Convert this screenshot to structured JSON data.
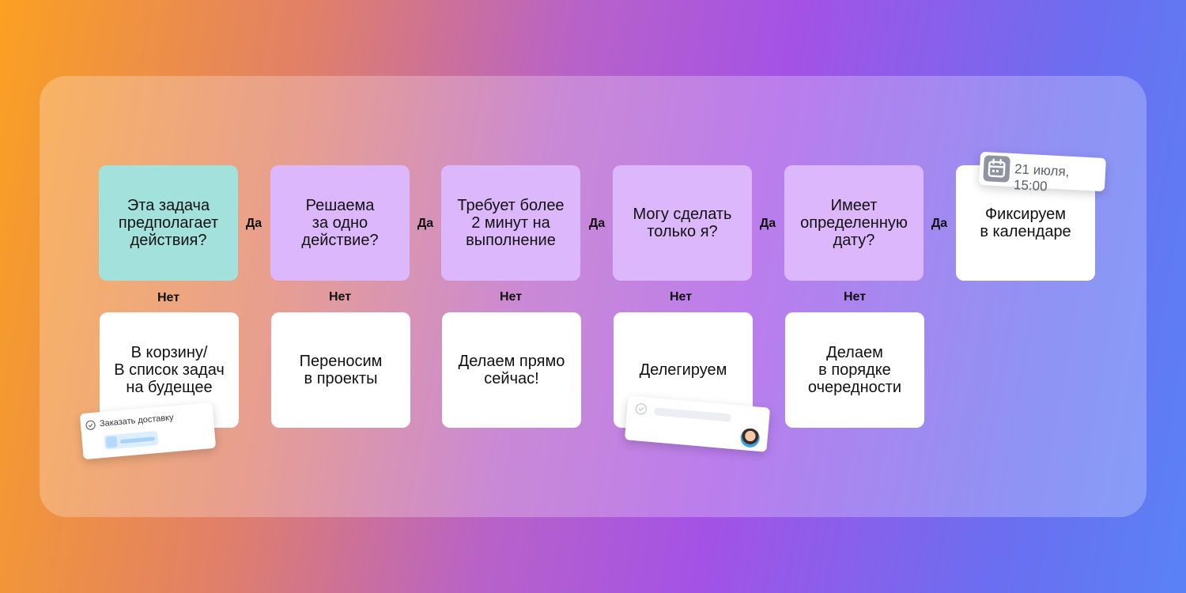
{
  "questions": [
    {
      "text": "Эта задача\nпредполагает\nдействия?"
    },
    {
      "text": "Решаема\nза одно\nдействие?"
    },
    {
      "text": "Требует более\n2 минут на\nвыполнение"
    },
    {
      "text": "Могу сделать\nтолько я?"
    },
    {
      "text": "Имеет\nопределенную\nдату?"
    }
  ],
  "final": {
    "text": "Фиксируем\nв календаре"
  },
  "outcomes": [
    {
      "text": "В корзину/\nВ список задач\nна будещее"
    },
    {
      "text": "Переносим\nв проекты"
    },
    {
      "text": "Делаем прямо\nсейчас!"
    },
    {
      "text": "Делегируем"
    },
    {
      "text": "Делаем\nв порядке\nочередности"
    }
  ],
  "connectors": {
    "yes": "Да",
    "no": "Нет"
  },
  "calendar_tag": {
    "text": "21 июля, 15:00",
    "icon": "calendar-icon"
  },
  "delivery_tag": {
    "text": "Заказать доставку",
    "icon": "check-circle-icon"
  },
  "delegate_tag": {
    "icon": "check-circle-icon",
    "avatar": "avatar"
  },
  "colors": {
    "start": "#a2e1dc",
    "question": "#dcb7fb",
    "answer": "#ffffff"
  }
}
